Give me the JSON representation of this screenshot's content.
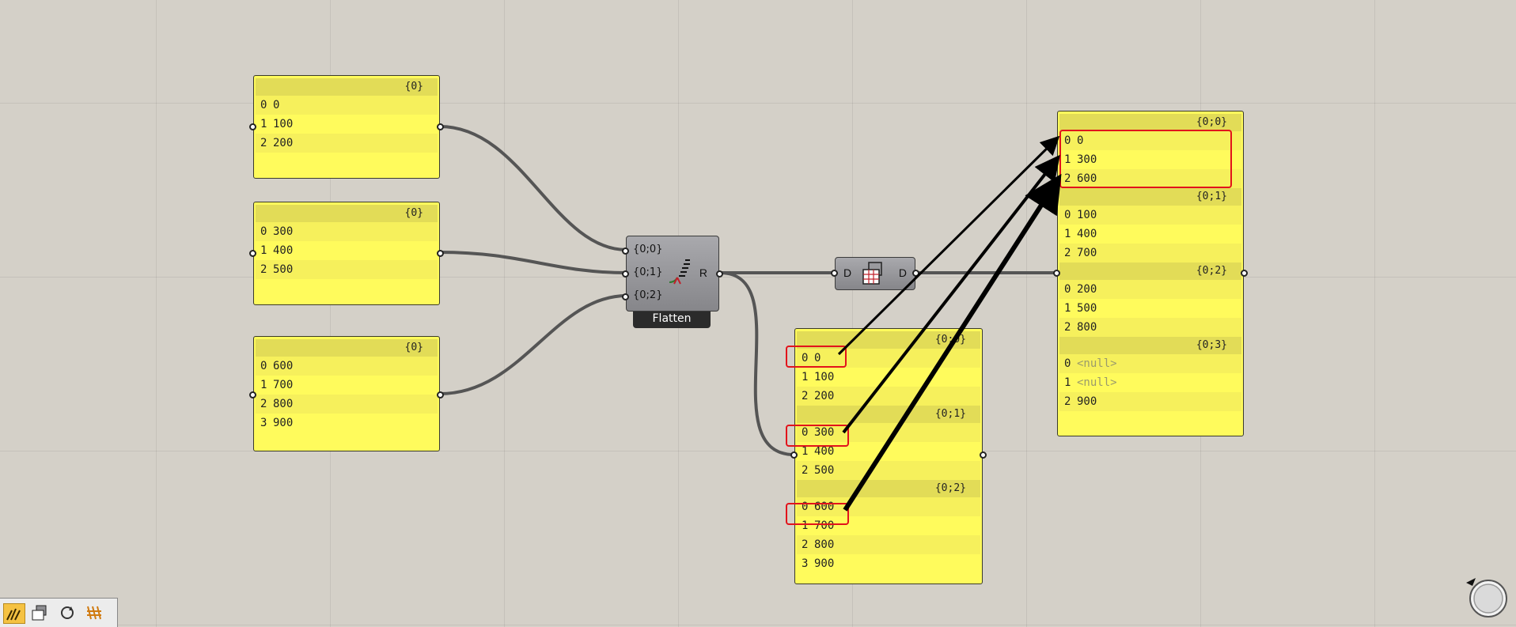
{
  "input_panels": [
    {
      "path": "{0}",
      "rows": [
        [
          "0",
          "0"
        ],
        [
          "1",
          "100"
        ],
        [
          "2",
          "200"
        ]
      ]
    },
    {
      "path": "{0}",
      "rows": [
        [
          "0",
          "300"
        ],
        [
          "1",
          "400"
        ],
        [
          "2",
          "500"
        ]
      ]
    },
    {
      "path": "{0}",
      "rows": [
        [
          "0",
          "600"
        ],
        [
          "1",
          "700"
        ],
        [
          "2",
          "800"
        ],
        [
          "3",
          "900"
        ]
      ]
    }
  ],
  "flatten": {
    "inputs": [
      "{0;0}",
      "{0;1}",
      "{0;2}"
    ],
    "output": "R",
    "name": "Flatten",
    "icon": "flatten-icon"
  },
  "flip_matrix": {
    "input": "D",
    "output": "D",
    "icon": "flip-matrix-icon"
  },
  "merged_panel": {
    "groups": [
      {
        "path": "{0;0}",
        "rows": [
          [
            "0",
            "0"
          ],
          [
            "1",
            "100"
          ],
          [
            "2",
            "200"
          ]
        ]
      },
      {
        "path": "{0;1}",
        "rows": [
          [
            "0",
            "300"
          ],
          [
            "1",
            "400"
          ],
          [
            "2",
            "500"
          ]
        ]
      },
      {
        "path": "{0;2}",
        "rows": [
          [
            "0",
            "600"
          ],
          [
            "1",
            "700"
          ],
          [
            "2",
            "800"
          ],
          [
            "3",
            "900"
          ]
        ]
      }
    ]
  },
  "result_panel": {
    "groups": [
      {
        "path": "{0;0}",
        "rows": [
          [
            "0",
            "0"
          ],
          [
            "1",
            "300"
          ],
          [
            "2",
            "600"
          ]
        ]
      },
      {
        "path": "{0;1}",
        "rows": [
          [
            "0",
            "100"
          ],
          [
            "1",
            "400"
          ],
          [
            "2",
            "700"
          ]
        ]
      },
      {
        "path": "{0;2}",
        "rows": [
          [
            "0",
            "200"
          ],
          [
            "1",
            "500"
          ],
          [
            "2",
            "800"
          ]
        ]
      },
      {
        "path": "{0;3}",
        "rows": [
          [
            "0",
            "<null>"
          ],
          [
            "1",
            "<null>"
          ],
          [
            "2",
            "900"
          ]
        ]
      }
    ]
  },
  "toolbar": {
    "items": [
      "grasshopper-icon",
      "preview-icon",
      "recompute-icon",
      "solver-icon"
    ]
  },
  "colors": {
    "panel": "#fffb5c",
    "highlight": "#e2131b",
    "wire": "#555555",
    "canvas": "#d4d0c8"
  }
}
